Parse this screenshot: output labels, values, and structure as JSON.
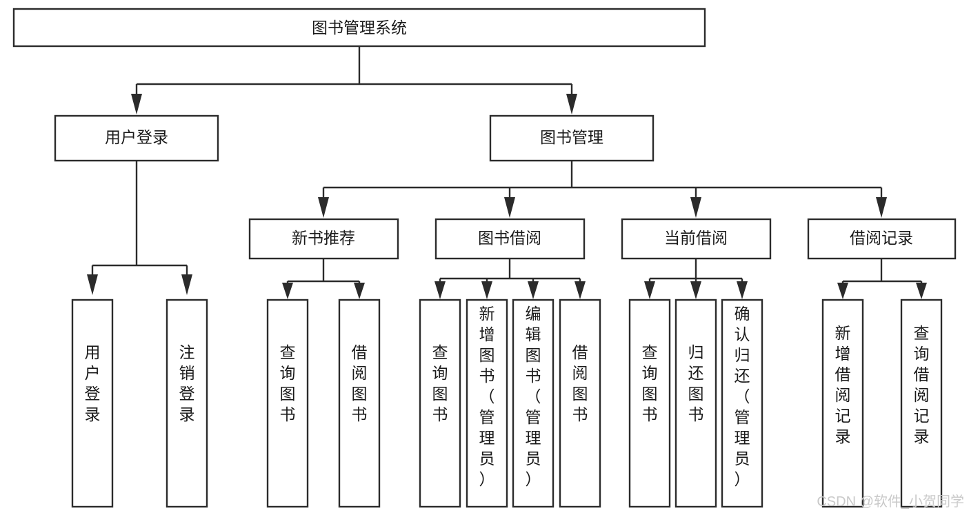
{
  "diagram": {
    "type": "tree-hierarchy-chart",
    "orientation": "top-down",
    "root": {
      "id": "root",
      "label": "图书管理系统"
    },
    "level2": [
      {
        "id": "user-login",
        "label": "用户登录"
      },
      {
        "id": "book-manage",
        "label": "图书管理"
      }
    ],
    "level3": [
      {
        "id": "new-book-recommend",
        "label": "新书推荐",
        "parent": "book-manage"
      },
      {
        "id": "book-borrow",
        "label": "图书借阅",
        "parent": "book-manage"
      },
      {
        "id": "current-borrow",
        "label": "当前借阅",
        "parent": "book-manage"
      },
      {
        "id": "borrow-record",
        "label": "借阅记录",
        "parent": "book-manage"
      }
    ],
    "leaves": {
      "user-login": [
        {
          "id": "leaf-user-login",
          "label": "用户登录"
        },
        {
          "id": "leaf-user-logout",
          "label": "注销登录"
        }
      ],
      "new-book-recommend": [
        {
          "id": "leaf-query-book-1",
          "label": "查询图书"
        },
        {
          "id": "leaf-borrow-book-1",
          "label": "借阅图书"
        }
      ],
      "book-borrow": [
        {
          "id": "leaf-query-book-2",
          "label": "查询图书"
        },
        {
          "id": "leaf-add-book",
          "label": "新增图书（管理员）"
        },
        {
          "id": "leaf-edit-book",
          "label": "编辑图书（管理员）"
        },
        {
          "id": "leaf-borrow-book-2",
          "label": "借阅图书"
        }
      ],
      "current-borrow": [
        {
          "id": "leaf-query-book-3",
          "label": "查询图书"
        },
        {
          "id": "leaf-return-book",
          "label": "归还图书"
        },
        {
          "id": "leaf-confirm-return",
          "label": "确认归还（管理员）"
        }
      ],
      "borrow-record": [
        {
          "id": "leaf-add-record",
          "label": "新增借阅记录"
        },
        {
          "id": "leaf-query-record",
          "label": "查询借阅记录"
        }
      ]
    }
  },
  "watermark": {
    "text": "CSDN @软件_小贺同学"
  },
  "colors": {
    "stroke": "#2b2b2b",
    "box_fill": "#ffffff",
    "text": "#1a1a1a",
    "background": "#ffffff",
    "watermark": "#c9c9c9"
  }
}
